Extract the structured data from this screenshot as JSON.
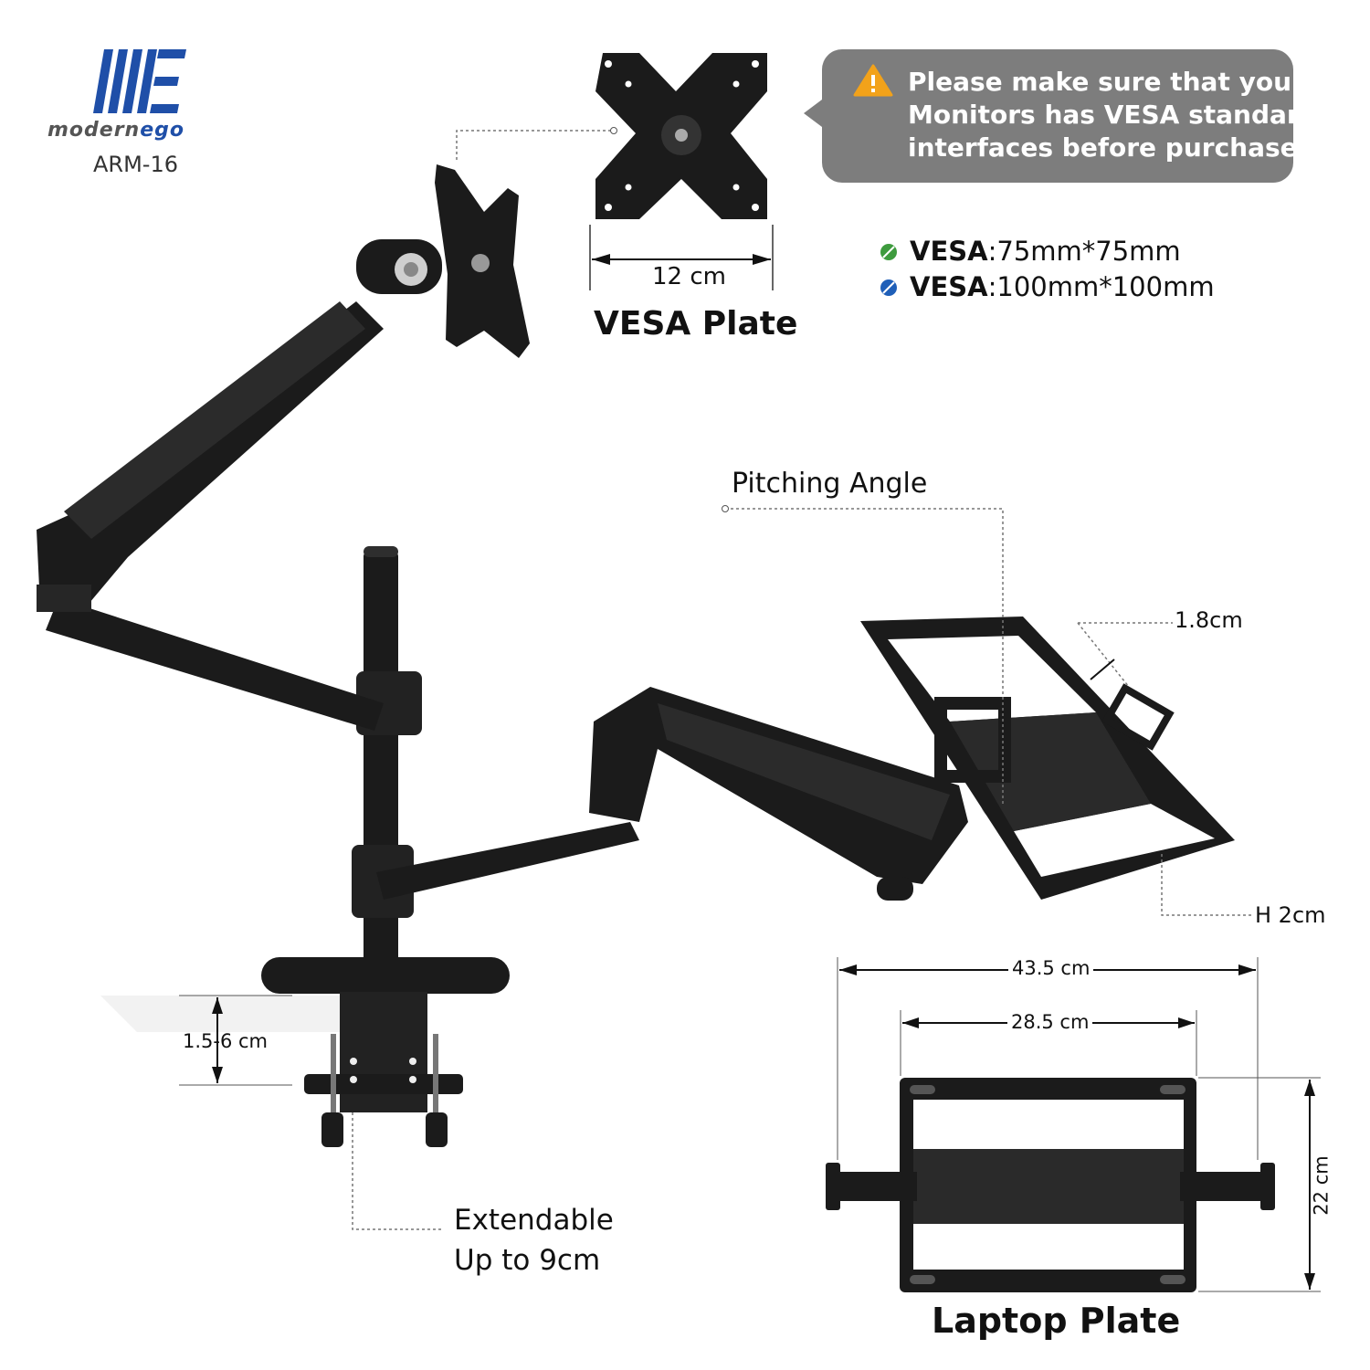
{
  "brand": {
    "name_part1": "modern",
    "name_part2": "ego",
    "model": "ARM-16"
  },
  "notice": {
    "text_line1": "Please make sure that your",
    "text_line2": "Monitors has VESA standard",
    "text_line3": "interfaces before purchase ."
  },
  "vesa_plate": {
    "title": "VESA Plate",
    "width_label": "12  cm"
  },
  "specs": [
    {
      "key": "VESA",
      "value": ":75mm*75mm",
      "color": "#3e9b3e"
    },
    {
      "key": "VESA",
      "value": ":100mm*100mm",
      "color": "#1f5fb8"
    }
  ],
  "annotations": {
    "pitching_angle": "Pitching Angle",
    "thickness": "1.8cm",
    "height": "H 2cm",
    "clamp_range": "1.5-6 cm",
    "extend_line1": "Extendable",
    "extend_line2": "Up to 9cm"
  },
  "laptop_plate": {
    "title": "Laptop Plate",
    "outer_width": "43.5 cm",
    "inner_width": "28.5 cm",
    "depth": "22 cm"
  },
  "colors": {
    "arm": "#1b1b1b",
    "notice_bg": "#7d7d7d",
    "logo_blue": "#1f4fa8",
    "warning": "#f2a21a"
  },
  "icons": [
    "logo-mark-icon",
    "warning-icon",
    "green-dot-icon",
    "blue-dot-icon"
  ]
}
